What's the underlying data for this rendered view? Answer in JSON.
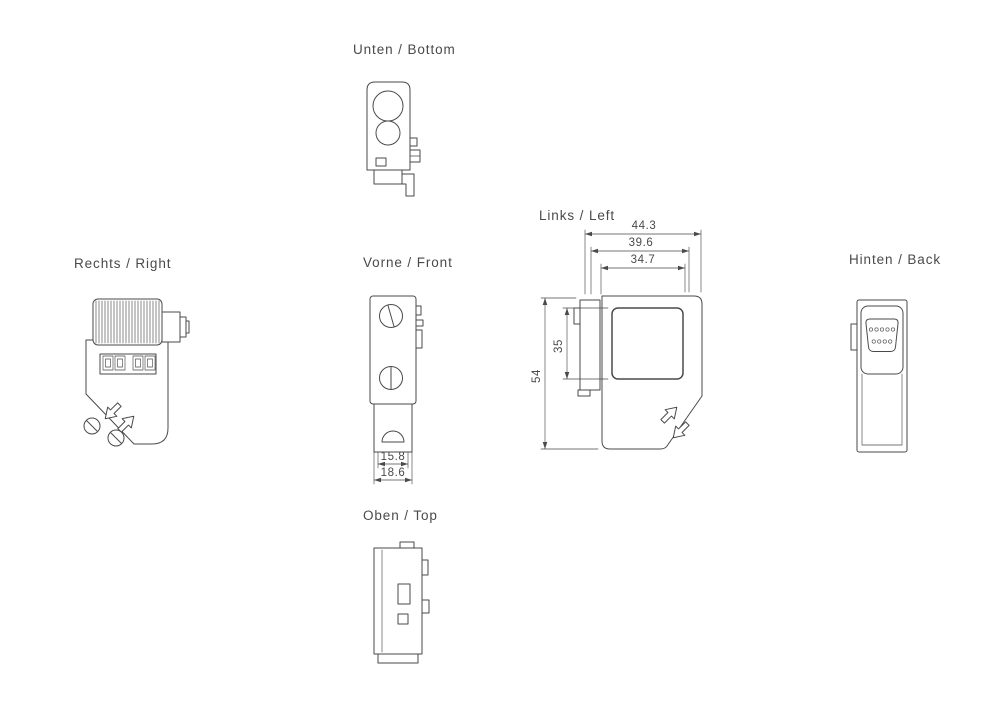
{
  "colors": {
    "background": "#ffffff",
    "line": "#4a4a4a",
    "text": "#4a4a4a"
  },
  "views": {
    "bottom": {
      "label": "Unten / Bottom"
    },
    "right": {
      "label": "Rechts / Right"
    },
    "front": {
      "label": "Vorne / Front",
      "dims": {
        "inner_width": "15.8",
        "outer_width": "18.6"
      }
    },
    "left": {
      "label": "Links / Left",
      "dims": {
        "total_width": "44.3",
        "body_width": "39.6",
        "window_width": "34.7",
        "total_height": "54",
        "window_height": "35"
      }
    },
    "back": {
      "label": "Hinten / Back"
    },
    "top": {
      "label": "Oben / Top"
    }
  }
}
